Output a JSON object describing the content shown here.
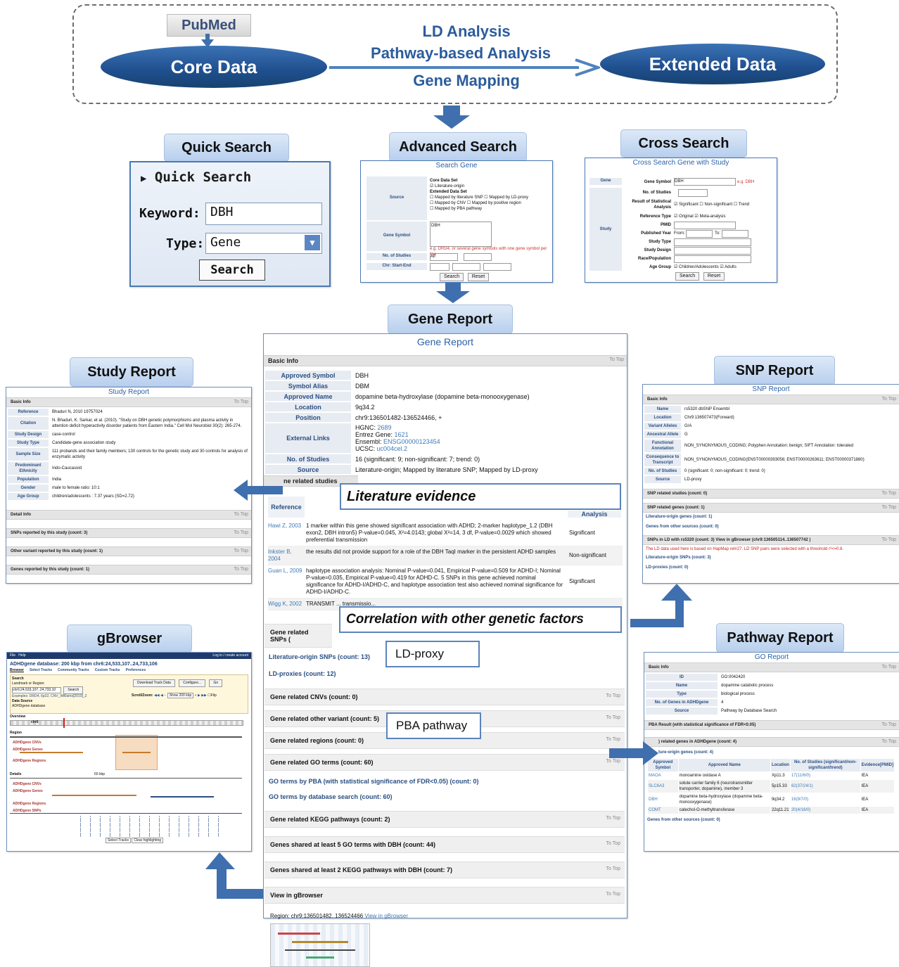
{
  "top": {
    "pubmed_logo": "PubMed",
    "core_data": "Core Data",
    "extended_data": "Extended Data",
    "methods": [
      "LD Analysis",
      "Pathway-based Analysis",
      "Gene Mapping"
    ]
  },
  "tabs": {
    "quick_search": "Quick Search",
    "advanced_search": "Advanced Search",
    "cross_search": "Cross Search",
    "gene_report": "Gene Report",
    "study_report": "Study Report",
    "snp_report": "SNP Report",
    "gbrowser": "gBrowser",
    "pathway_report": "Pathway Report"
  },
  "quick": {
    "header": "Quick Search",
    "keyword_label": "Keyword:",
    "keyword_value": "DBH",
    "type_label": "Type:",
    "type_value": "Gene",
    "search_btn": "Search"
  },
  "advanced": {
    "title": "Search Gene",
    "source_label": "Source",
    "core_set": "Core Data Set",
    "lit_origin": "Literature-origin",
    "extended_set": "Extended Data Set",
    "opt1": "Mapped by literature SNP",
    "opt2": "Mapped by LD-proxy",
    "opt3": "Mapped by CNV",
    "opt4": "Mapped by positive region",
    "opt5": "Mapped by PBA pathway",
    "gene_symbol_label": "Gene Symbol",
    "gene_symbol_value": "DBH",
    "hint": "e.g. DRD4, or several gene symbols with one gene symbol per line",
    "no_studies_label": "No. of Studies",
    "no_studies_value": "All",
    "chr_label": "Chr: Start-End",
    "search": "Search",
    "reset": "Reset"
  },
  "cross": {
    "title": "Cross Search Gene with Study",
    "gene_label": "Gene",
    "study_label": "Study",
    "f_gene_symbol": "Gene Symbol",
    "f_gene_value": "DBH",
    "f_gene_hint": "e.g. DBH",
    "f_no_studies": "No. of Studies",
    "f_result": "Result of Statistical Analysis",
    "r_sig": "Significant",
    "r_nonsig": "Non-significant",
    "r_trend": "Trend",
    "f_ref_type": "Reference Type",
    "ref_orig": "Original",
    "ref_meta": "Meta-analysis",
    "f_pmid": "PMID",
    "f_year": "Published Year",
    "year_from": "From:",
    "year_to": "To:",
    "f_study_type": "Study Type",
    "f_study_design": "Study Design",
    "f_race": "Race/Population",
    "f_age": "Age Group",
    "age_child": "Children/Adolescents",
    "age_adult": "Adults",
    "search": "Search",
    "reset": "Reset"
  },
  "gene_report": {
    "title": "Gene Report",
    "basic_info": "Basic Info",
    "to_top": "To Top",
    "rows": [
      {
        "label": "Approved Symbol",
        "value": "DBH"
      },
      {
        "label": "Symbol Alias",
        "value": "DBM"
      },
      {
        "label": "Approved Name",
        "value": "dopamine beta-hydroxylase (dopamine beta-monooxygenase)"
      },
      {
        "label": "Location",
        "value": "9q34.2"
      },
      {
        "label": "Position",
        "value": "chr9:136501482-136524466, +"
      }
    ],
    "external_links_label": "External Links",
    "hgnc_label": "HGNC:",
    "hgnc": "2689",
    "entrez_label": "Entrez Gene:",
    "entrez": "1621",
    "ensembl_label": "Ensembl:",
    "ensembl": "ENSG00000123454",
    "ucsc_label": "UCSC:",
    "ucsc": "uc004cel.2",
    "no_studies_label": "No. of Studies",
    "no_studies": "16 (significant: 9; non-significant: 7; trend: 0)",
    "source_label": "Source",
    "source": "Literature-origin; Mapped by literature SNP; Mapped by LD-proxy",
    "related_studies_bar": "ne related studies",
    "reference_col": "Reference",
    "analysis_col": "Analysis",
    "studies": [
      {
        "ref": "Hawi Z, 2003",
        "text": "1 marker within this gene showed significant association with ADHD; 2-marker haplotype_1.2 (DBH exon2, DBH intron5) P-value=0.045, X²=4.0143; global X²=14, 3 df, P-value=0.0029 which showed preferential transmission",
        "result": "Significant"
      },
      {
        "ref": "Inkster B, 2004",
        "text": "the results did not provide support for a role of the DBH TaqI marker in the persistent ADHD samples",
        "result": "Non-significant"
      },
      {
        "ref": "Guan L, 2009",
        "text": "haplotype association analysis: Nominal P-value=0.041, Empirical P-value=0.509 for ADHD-I; Nominal P-value=0.035, Empirical P-value=0.419 for ADHD-C. 5 SNPs in this gene achieved nominal significance for ADHD-I/ADHD-C, and haplotype association test also achieved nominal significance for ADHD-I/ADHD-C.",
        "result": "Significant"
      },
      {
        "ref": "Wigg K, 2002",
        "text": "TRANSMIT ... transmissio...",
        "result": ""
      }
    ],
    "snp_bar": "Gene related SNPs (",
    "lit_snps": "Literature-origin SNPs (count: 13)",
    "ld_proxies": "LD-proxies (count: 12)",
    "bars": [
      "Gene related CNVs (count: 0)",
      "Gene related other variant (count: 5)",
      "Gene related regions (count: 0)",
      "Gene related GO terms (count: 60)"
    ],
    "go_pba": "GO terms by PBA (with statistical significance of FDR<0.05) (count: 0)",
    "go_db": "GO terms by database search (count: 60)",
    "bars2": [
      "Gene related KEGG pathways (count: 2)",
      "Genes shared at least 5 GO terms with DBH (count: 44)",
      "Genes shared at least 2 KEGG pathways with DBH (count: 7)",
      "View in gBrowser"
    ],
    "region": "Region: chr9:136501482..136524466",
    "view_gb": "View in gBrowser"
  },
  "callouts": {
    "literature": "Literature evidence",
    "correlation": "Correlation with other genetic factors",
    "ldproxy": "LD-proxy",
    "pba": "PBA pathway"
  },
  "study_report": {
    "title": "Study Report",
    "basic_info": "Basic Info",
    "rows": [
      {
        "label": "Reference",
        "value": "Bhaduri N, 2010 19757024"
      },
      {
        "label": "Citation",
        "value": "N. Bhaduri, K. Sarkar, et al. (2010). \"Study on DBH genetic polymorphisms and plasma activity in attention deficit hyperactivity disorder patients from Eastern India.\" Cell Mol Neurobiol 30(2): 265-274."
      },
      {
        "label": "Study Design",
        "value": "case-control"
      },
      {
        "label": "Study Type",
        "value": "Candidate-gene association study"
      },
      {
        "label": "Sample Size",
        "value": "111 probands and their family members; 130 controls for the genetic study and 30 controls for analysis of enzymatic activity"
      },
      {
        "label": "Predominant Ethnicity",
        "value": "Indo-Caucasoid"
      },
      {
        "label": "Population",
        "value": "India"
      },
      {
        "label": "Gender",
        "value": "male to female ratio: 10:1"
      },
      {
        "label": "Age Group",
        "value": "children/adolescents : 7.37 years (SD=2.72)"
      }
    ],
    "bars": [
      "Detail Info",
      "SNPs reported by this study (count: 3)",
      "Other variant reported by this study (count: 1)",
      "Genes reported by this study (count: 1)"
    ]
  },
  "snp_report": {
    "title": "SNP Report",
    "basic_info": "Basic Info",
    "rows": [
      {
        "label": "Name",
        "value": "rs5320 dbSNP Ensembl"
      },
      {
        "label": "Location",
        "value": "Chr9:136507473(Forward)"
      },
      {
        "label": "Variant Alleles",
        "value": "G/A"
      },
      {
        "label": "Ancestral Allele",
        "value": "G"
      },
      {
        "label": "Functional Annotation",
        "value": "NON_SYNONYMOUS_CODING; Polyphen Annotation: benign; SIFT Annotation: tolerated"
      },
      {
        "label": "Consequence to Transcript",
        "value": "NON_SYNONYMOUS_CODING(ENST00000393056; ENST00000263611; ENST00000371880)"
      },
      {
        "label": "No. of Studies",
        "value": "0 (significant: 0; non-significant: 0; trend: 0)"
      },
      {
        "label": "Source",
        "value": "LD-proxy"
      }
    ],
    "bar1": "SNP related studies (count: 0)",
    "bar2": "SNP related genes (count: 1)",
    "lit_genes": "Literature-origin genes (count: 1)",
    "other_genes": "Genes from other sources (count: 0)",
    "bar3": "SNPs in LD with rs5320 (count: 3) View in gBrowser (chr9:136505114..136507742 )",
    "ld_note": "The LD data used here is based on HapMap rel#27. LD SNP pairs were selected with a threshold r²<=0.8.",
    "lit_snps": "Literature-origin SNPs (count: 3)",
    "ld_proxies": "LD-proxies (count: 0)"
  },
  "go_report": {
    "title": "GO Report",
    "basic_info": "Basic Info",
    "rows": [
      {
        "label": "ID",
        "value": "GO:0042420"
      },
      {
        "label": "Name",
        "value": "dopamine catabolic process"
      },
      {
        "label": "Type",
        "value": "biological process"
      },
      {
        "label": "No. of Genes in ADHDgene",
        "value": "4"
      },
      {
        "label": "Source",
        "value": "Pathway by Database Search"
      }
    ],
    "pba_bar": "PBA Result (with statistical significance of FDR<0.05)",
    "related_bar": ") related genes in ADHDgene (count: 4)",
    "lit_origin": "ture-origin genes (count: 4)",
    "cols": [
      "Approved Symbol",
      "Approved Name",
      "Location",
      "No. of Studies (significant/non-significant/trend)",
      "Evidence[PMID]"
    ],
    "genes": [
      {
        "sym": "MAOA",
        "name": "monoamine oxidase A",
        "loc": "Xp11.3",
        "n": "17(11/6/0)",
        "ev": "IEA"
      },
      {
        "sym": "SLC6A3",
        "name": "solute carrier family 6 (neurotransmitter transporter, dopamine), member 3",
        "loc": "5p15.33",
        "n": "62(37/24/1)",
        "ev": "IEA"
      },
      {
        "sym": "DBH",
        "name": "dopamine beta-hydroxylase (dopamine beta-monooxygenase)",
        "loc": "9q34.2",
        "n": "16(9/7/0)",
        "ev": "IEA"
      },
      {
        "sym": "COMT",
        "name": "catechol-O-methyltransferase",
        "loc": "22q11.21",
        "n": "20(4/16/0)",
        "ev": "IEA"
      }
    ],
    "other": "Genes from other sources (count: 0)"
  },
  "gbrowser": {
    "menu_file": "File",
    "menu_help": "Help",
    "login": "Log in / create account",
    "header": "ADHDgene database: 200 kbp from chr6:24,533,107..24,733,106",
    "tabs": [
      "Browser",
      "Select Tracks",
      "Community Tracks",
      "Custom Tracks",
      "Preferences"
    ],
    "search_label": "Search",
    "landmark": "Landmark or Region:",
    "landmark_value": "chr6:24,533,107..24,733,10",
    "search_btn": "Search",
    "examples": "Examples: DRD4, 6p22, CNV_Williams[2010]_2",
    "data_source": "Data Source",
    "db": "ADHDgene database",
    "overview": "Overview",
    "chr": "chr6",
    "region": "Region",
    "details": "Details",
    "scroll": "Scroll/Zoom:",
    "show": "Show 200 kbp",
    "flip": "Flip",
    "download": "Download Track Data",
    "configure": "Configure...",
    "go": "Go",
    "tracks": [
      "ADHDgene CNVs",
      "ADHDgene Genes",
      "ADHDgene Regions",
      "ADHDgene SNPs"
    ],
    "kbp": "60 kbp",
    "select_tracks": "Select Tracks",
    "clear": "Clear highlighting"
  },
  "colors": {
    "accent": "#2f64a6",
    "arrow": "#3f6fae",
    "tab": "#c9dbf2"
  }
}
